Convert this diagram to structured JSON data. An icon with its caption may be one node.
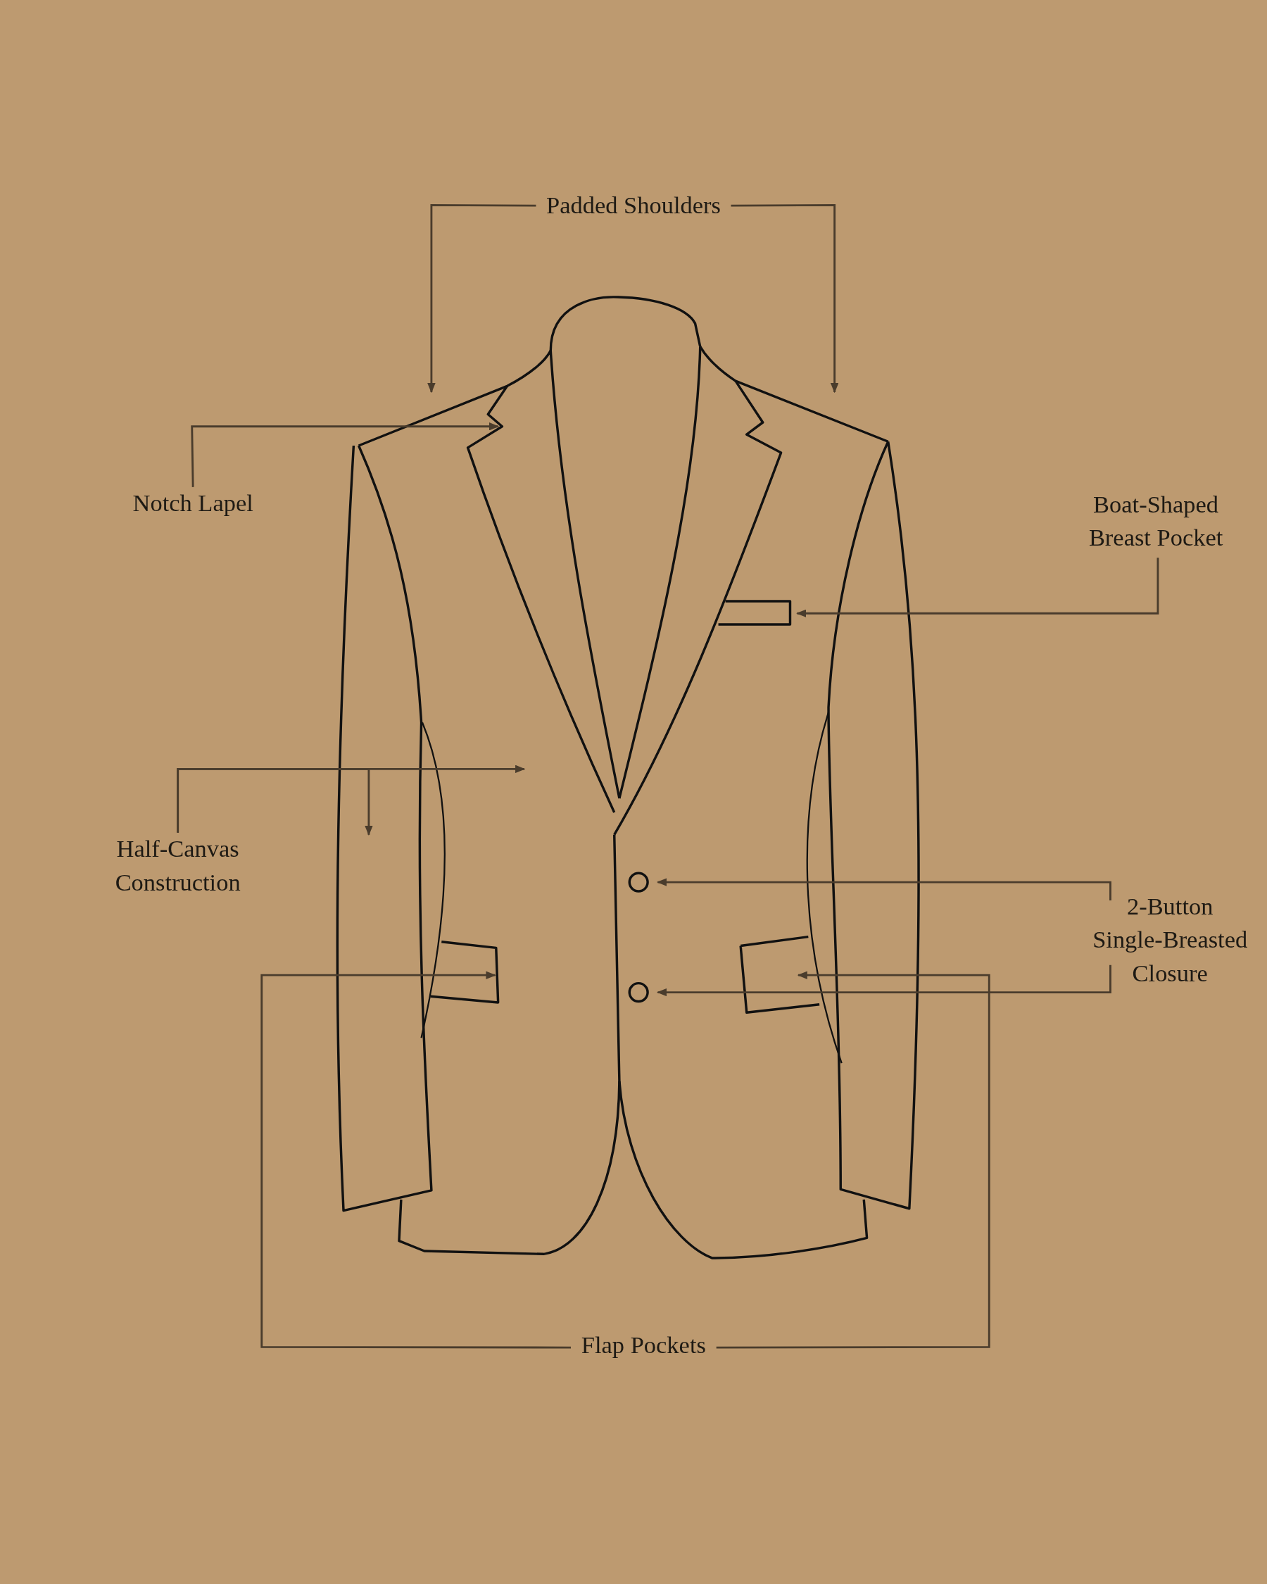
{
  "diagram": {
    "nodes": [
      {
        "text": [
          "Padded Shoulders"
        ]
      },
      {
        "text": [
          "Notch Lapel"
        ]
      },
      {
        "text": [
          "Boat-Shaped Breast Pocket"
        ]
      },
      {
        "text": [
          "Half-Canvas Construction"
        ]
      },
      {
        "text": [
          "2-Button Single-Breasted Closure"
        ]
      },
      {
        "text": [
          "Flap Pockets"
        ]
      }
    ],
    "edges": [
      {
        "from": 0,
        "to": null,
        "arrow": "to"
      },
      {
        "from": 0,
        "to": null,
        "arrow": "to"
      },
      {
        "from": 1,
        "to": null,
        "arrow": "to"
      },
      {
        "from": 2,
        "to": null,
        "arrow": "to"
      },
      {
        "from": 3,
        "to": null,
        "arrow": "to"
      },
      {
        "from": 3,
        "to": null,
        "arrow": "to"
      },
      {
        "from": 4,
        "to": null,
        "arrow": "to"
      },
      {
        "from": 4,
        "to": null,
        "arrow": "to"
      },
      {
        "from": 5,
        "to": null,
        "arrow": "to"
      },
      {
        "from": 5,
        "to": null,
        "arrow": "to"
      }
    ]
  }
}
